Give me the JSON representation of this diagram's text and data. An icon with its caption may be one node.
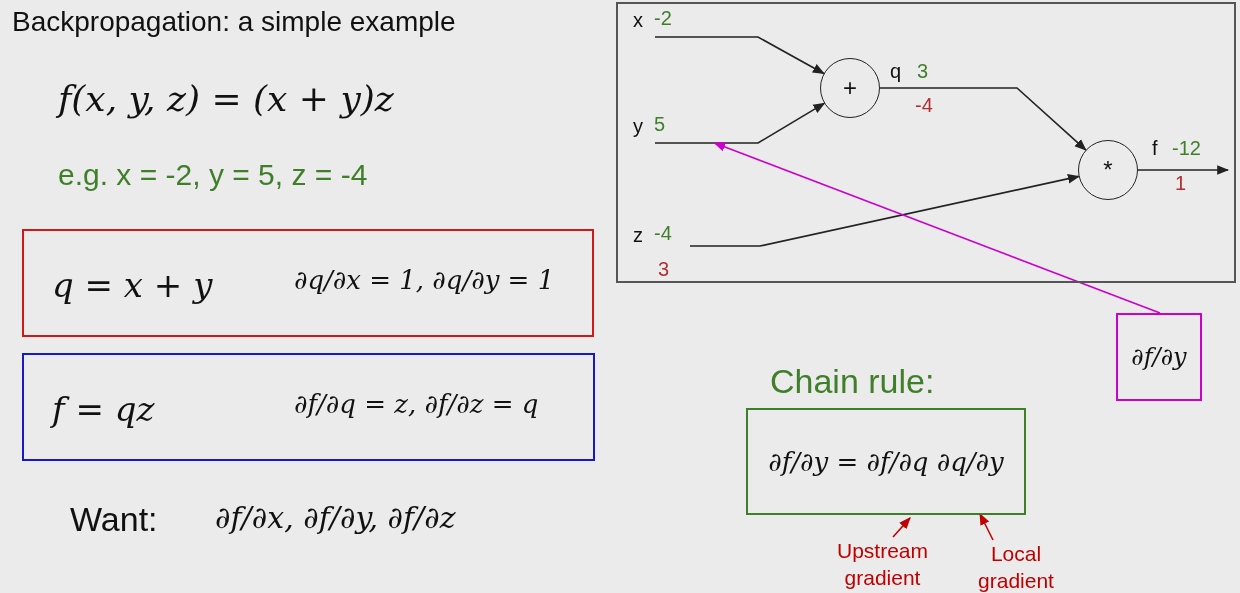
{
  "diagram": {
    "title": "Backpropagation: a simple example",
    "nodes": [
      {
        "text": [],
        "shape": "box"
      },
      {
        "text": [
          "x"
        ],
        "beside": [
          "-2"
        ],
        "in": 0
      },
      {
        "text": [
          "+"
        ],
        "in": 0
      },
      {
        "text": [
          "y"
        ],
        "beside": [
          "5"
        ],
        "in": 0
      },
      {
        "text": [
          "*"
        ],
        "in": 0
      },
      {
        "text": [
          "z"
        ],
        "beside": [
          "-4",
          "3"
        ],
        "in": 0
      },
      {
        "text": [
          "q = x + y",
          "∂q/∂x = 1, ∂q/∂y = 1"
        ]
      },
      {
        "text": [
          "f = qz",
          "∂f/∂q = z, ∂f/∂z = q"
        ]
      },
      {
        "text": [
          "∂f/∂y"
        ]
      },
      {
        "text": [
          "Chain rule:",
          "∂f/∂y = ∂f/∂q ∂q/∂y"
        ]
      },
      {
        "text": [
          "Upstream gradient"
        ]
      },
      {
        "text": [
          "Local gradient"
        ]
      }
    ],
    "edges": [
      {
        "from": 1,
        "to": 2,
        "arrow": "to"
      },
      {
        "from": 3,
        "to": 2,
        "arrow": "to"
      },
      {
        "from": 2,
        "to": 4,
        "arrow": "to"
      },
      {
        "from": 5,
        "to": 4,
        "arrow": "to"
      },
      {
        "from": 4,
        "to": null,
        "arrow": "to"
      },
      {
        "from": 8,
        "to": 3,
        "arrow": "to",
        "color": "#cc00cc"
      },
      {
        "from": 10,
        "to": null,
        "arrow": "to",
        "color": "#c00000"
      },
      {
        "from": 11,
        "to": null,
        "arrow": "to",
        "color": "#c00000"
      }
    ],
    "labels": [
      "f(x, y, z) = (x + y)z",
      "e.g. x = -2, y = 5, z = -4",
      "q",
      "3",
      "-4",
      "f",
      "-12",
      "1",
      "Want:",
      "∂f/∂x, ∂f/∂y, ∂f/∂z"
    ]
  }
}
